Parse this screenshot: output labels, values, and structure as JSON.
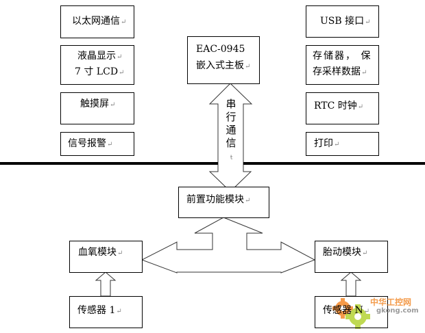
{
  "diagram": {
    "left_column": [
      {
        "id": "ethernet",
        "lines": [
          "以太网通信"
        ]
      },
      {
        "id": "lcd",
        "lines": [
          "液晶显示",
          "7 寸 LCD"
        ]
      },
      {
        "id": "touchscreen",
        "lines": [
          "触摸屏"
        ]
      },
      {
        "id": "alarm",
        "lines": [
          "信号报警"
        ]
      }
    ],
    "right_column": [
      {
        "id": "usb",
        "lines": [
          "USB 接口"
        ]
      },
      {
        "id": "storage",
        "lines": [
          "存储器， 保",
          "存采样数据"
        ]
      },
      {
        "id": "rtc",
        "lines": [
          "RTC 时钟"
        ]
      },
      {
        "id": "printer",
        "lines": [
          "打印"
        ]
      }
    ],
    "mainboard": {
      "lines": [
        "EAC-0945",
        "嵌入式主板"
      ]
    },
    "serial_link_label": "串行通信",
    "front_module": {
      "label": "前置功能模块"
    },
    "spo2_module": {
      "label": "血氧模块"
    },
    "fetal_module": {
      "label": "胎动模块"
    },
    "sensor_left": {
      "label": "传感器 1"
    },
    "sensor_right": {
      "label": "传感器 N"
    },
    "paragraph_mark": "↵"
  },
  "watermark": {
    "text_cn": "中华工控网",
    "text_en": "gkong.com",
    "colors": {
      "gear_orange": "#f5892a",
      "gear_green": "#b5d334"
    }
  }
}
